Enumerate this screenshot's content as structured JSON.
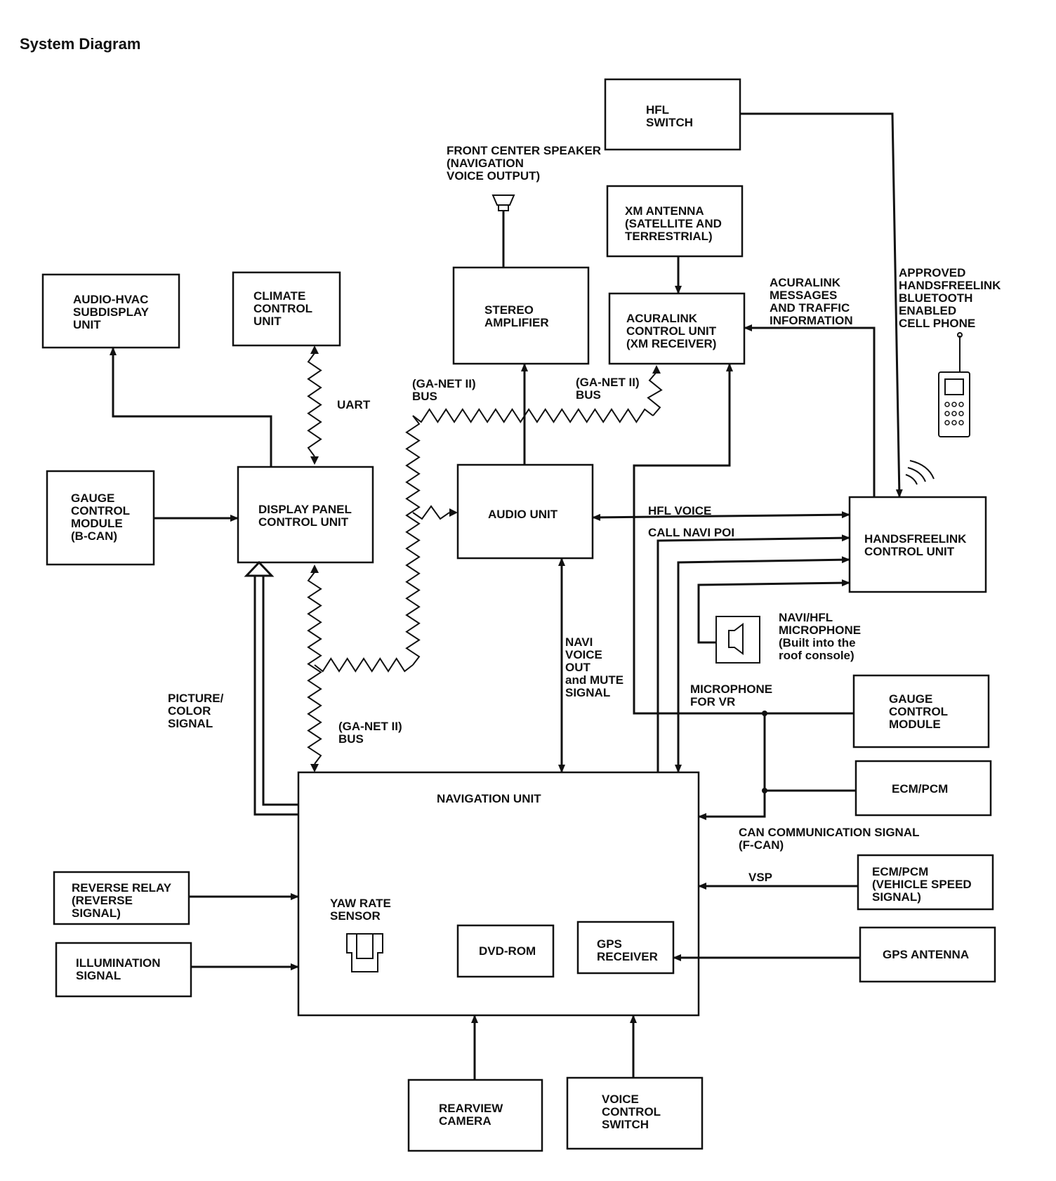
{
  "title": "System Diagram",
  "boxes": {
    "hfl_switch": [
      "HFL",
      "SWITCH"
    ],
    "xm_antenna": [
      "XM ANTENNA",
      "(SATELLITE AND",
      "TERRESTRIAL)"
    ],
    "stereo_amplifier": [
      "STEREO",
      "AMPLIFIER"
    ],
    "acuralink_control_unit": [
      "ACURALINK",
      "CONTROL UNIT",
      "(XM RECEIVER)"
    ],
    "audio_hvac_subdisplay": [
      "AUDIO-HVAC",
      "SUBDISPLAY",
      "UNIT"
    ],
    "climate_control_unit": [
      "CLIMATE",
      "CONTROL",
      "UNIT"
    ],
    "gauge_control_module_bcan": [
      "GAUGE",
      "CONTROL",
      "MODULE",
      "(B-CAN)"
    ],
    "display_panel_control_unit": [
      "DISPLAY PANEL",
      "CONTROL UNIT"
    ],
    "audio_unit": [
      "AUDIO UNIT"
    ],
    "handsfreelink_control_unit": [
      "HANDSFREELINK",
      "CONTROL UNIT"
    ],
    "gauge_control_module": [
      "GAUGE",
      "CONTROL",
      "MODULE"
    ],
    "ecm_pcm": [
      "ECM/PCM"
    ],
    "ecm_pcm_vss": [
      "ECM/PCM",
      "(VEHICLE SPEED",
      "SIGNAL)"
    ],
    "gps_antenna": [
      "GPS ANTENNA"
    ],
    "navigation_unit": [
      "NAVIGATION UNIT"
    ],
    "dvd_rom": [
      "DVD-ROM"
    ],
    "gps_receiver": [
      "GPS",
      "RECEIVER"
    ],
    "reverse_relay": [
      "REVERSE RELAY",
      "(REVERSE",
      "SIGNAL)"
    ],
    "illumination_signal": [
      "ILLUMINATION",
      "SIGNAL"
    ],
    "rearview_camera": [
      "REARVIEW",
      "CAMERA"
    ],
    "voice_control_switch": [
      "VOICE",
      "CONTROL",
      "SWITCH"
    ]
  },
  "labels": {
    "front_center_speaker": [
      "FRONT CENTER SPEAKER",
      "(NAVIGATION",
      "VOICE OUTPUT)"
    ],
    "uart": [
      "UART"
    ],
    "ga_net_bus_left": [
      "(GA-NET II)",
      "BUS"
    ],
    "ga_net_bus_right": [
      "(GA-NET II)",
      "BUS"
    ],
    "ga_net_bus_lower": [
      "(GA-NET II)",
      "BUS"
    ],
    "acuralink_messages": [
      "ACURALINK",
      "MESSAGES",
      "AND TRAFFIC",
      "INFORMATION"
    ],
    "approved_phone": [
      "APPROVED",
      "HANDSFREELINK",
      "BLUETOOTH",
      "ENABLED",
      "CELL PHONE"
    ],
    "hfl_voice": [
      "HFL VOICE"
    ],
    "call_navi_poi": [
      "CALL NAVI POI"
    ],
    "navi_hfl_microphone": [
      "NAVI/HFL",
      "MICROPHONE",
      "(Built into the",
      "roof console)"
    ],
    "navi_voice_out": [
      "NAVI",
      "VOICE",
      "OUT",
      "and MUTE",
      "SIGNAL"
    ],
    "picture_color_signal": [
      "PICTURE/",
      "COLOR",
      "SIGNAL"
    ],
    "microphone_for_vr": [
      "MICROPHONE",
      "FOR VR"
    ],
    "can_communication": [
      "CAN COMMUNICATION SIGNAL",
      "(F-CAN)"
    ],
    "vsp": [
      "VSP"
    ],
    "yaw_rate_sensor": [
      "YAW RATE",
      "SENSOR"
    ]
  }
}
